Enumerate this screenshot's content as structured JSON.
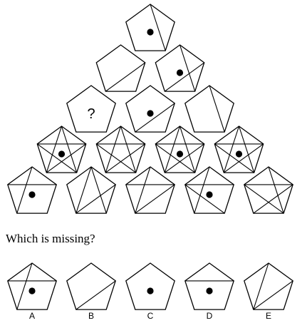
{
  "question": "Which is missing?",
  "unknown_mark": "?",
  "pyramid_rows": [
    [
      {
        "lines": [
          "0-2"
        ],
        "dot": true
      }
    ],
    [
      {
        "lines": [
          "1-3"
        ],
        "dot": false
      },
      {
        "lines": [
          "0-2",
          "1-3"
        ],
        "dot": true
      }
    ],
    [
      {
        "lines": [],
        "dot": false,
        "unknown": true
      },
      {
        "lines": [
          "1-3"
        ],
        "dot": true
      },
      {
        "lines": [
          "0-2"
        ],
        "dot": false
      }
    ],
    [
      {
        "lines": [
          "0-2",
          "0-3",
          "1-3",
          "1-4",
          "2-4"
        ],
        "dot": true
      },
      {
        "lines": [
          "0-2",
          "0-3",
          "1-3",
          "1-4",
          "2-4"
        ],
        "dot": false
      },
      {
        "lines": [
          "0-2",
          "0-3",
          "1-3",
          "1-4",
          "2-4"
        ],
        "dot": true
      },
      {
        "lines": [
          "0-2",
          "0-3",
          "1-3",
          "1-4",
          "2-4"
        ],
        "dot": true
      }
    ],
    [
      {
        "lines": [
          "0-3",
          "1-4"
        ],
        "dot": true
      },
      {
        "lines": [
          "0-2",
          "0-3",
          "1-3"
        ],
        "dot": false
      },
      {
        "lines": [
          "0-3",
          "1-3",
          "1-4"
        ],
        "dot": false
      },
      {
        "lines": [
          "0-3",
          "1-4",
          "2-4"
        ],
        "dot": true
      },
      {
        "lines": [
          "0-2",
          "1-3",
          "1-4",
          "2-4"
        ],
        "dot": false
      }
    ]
  ],
  "options": [
    {
      "label": "A",
      "lines": [
        "0-3",
        "1-4"
      ],
      "dot": true
    },
    {
      "label": "B",
      "lines": [
        "1-3"
      ],
      "dot": false
    },
    {
      "label": "C",
      "lines": [],
      "dot": true
    },
    {
      "label": "D",
      "lines": [
        "1-4"
      ],
      "dot": true
    },
    {
      "label": "E",
      "lines": [
        "0-3",
        "1-3"
      ],
      "dot": false
    }
  ]
}
